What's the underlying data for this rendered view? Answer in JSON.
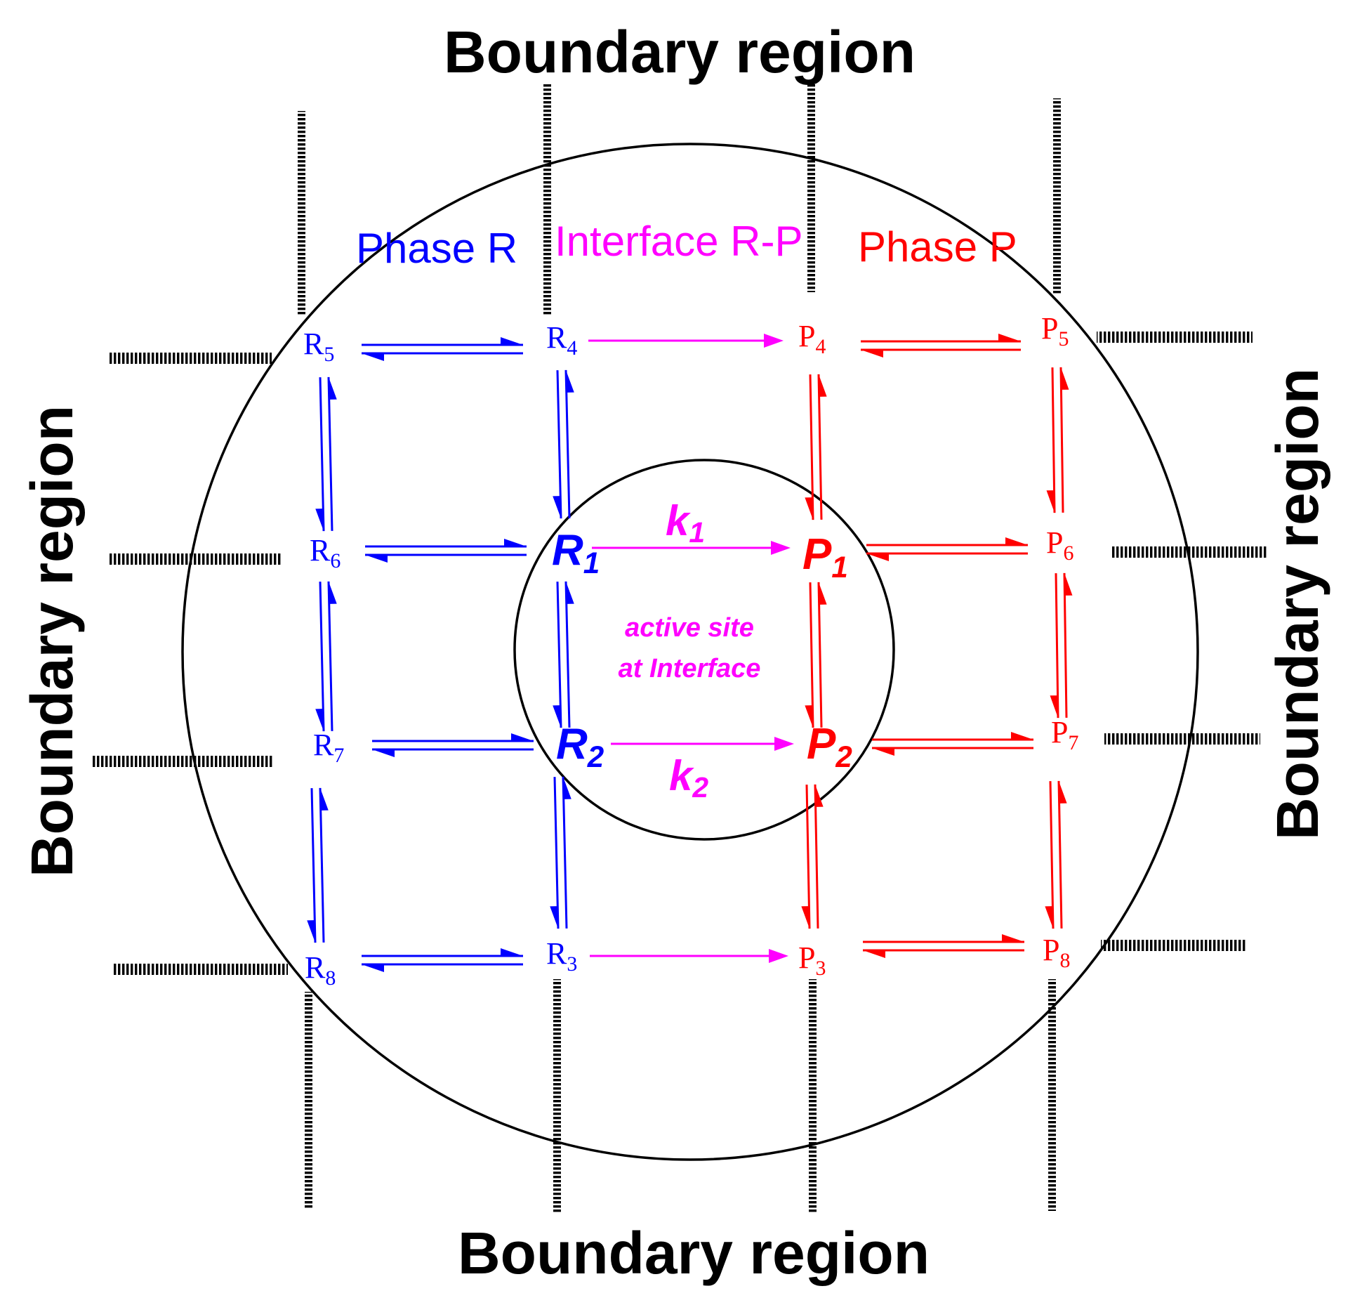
{
  "boundary": {
    "top": "Boundary region",
    "bottom": "Boundary region",
    "left": "Boundary region",
    "right": "Boundary region"
  },
  "phases": {
    "r": "Phase R",
    "interface": "Interface R-P",
    "p": "Phase P"
  },
  "active_site": {
    "line1": "active site",
    "line2": "at Interface"
  },
  "rate_constants": {
    "k1": {
      "main": "k",
      "sub": "1"
    },
    "k2": {
      "main": "k",
      "sub": "2"
    }
  },
  "nodes": {
    "R1": {
      "main": "R",
      "sub": "1"
    },
    "R2": {
      "main": "R",
      "sub": "2"
    },
    "R3": {
      "main": "R",
      "sub": "3"
    },
    "R4": {
      "main": "R",
      "sub": "4"
    },
    "R5": {
      "main": "R",
      "sub": "5"
    },
    "R6": {
      "main": "R",
      "sub": "6"
    },
    "R7": {
      "main": "R",
      "sub": "7"
    },
    "R8": {
      "main": "R",
      "sub": "8"
    },
    "P1": {
      "main": "P",
      "sub": "1"
    },
    "P2": {
      "main": "P",
      "sub": "2"
    },
    "P3": {
      "main": "P",
      "sub": "3"
    },
    "P4": {
      "main": "P",
      "sub": "4"
    },
    "P5": {
      "main": "P",
      "sub": "5"
    },
    "P6": {
      "main": "P",
      "sub": "6"
    },
    "P7": {
      "main": "P",
      "sub": "7"
    },
    "P8": {
      "main": "P",
      "sub": "8"
    }
  },
  "colors": {
    "phase_r": "#0000ff",
    "interface": "#ff00ff",
    "phase_p": "#ff0000",
    "boundary": "#000000"
  }
}
